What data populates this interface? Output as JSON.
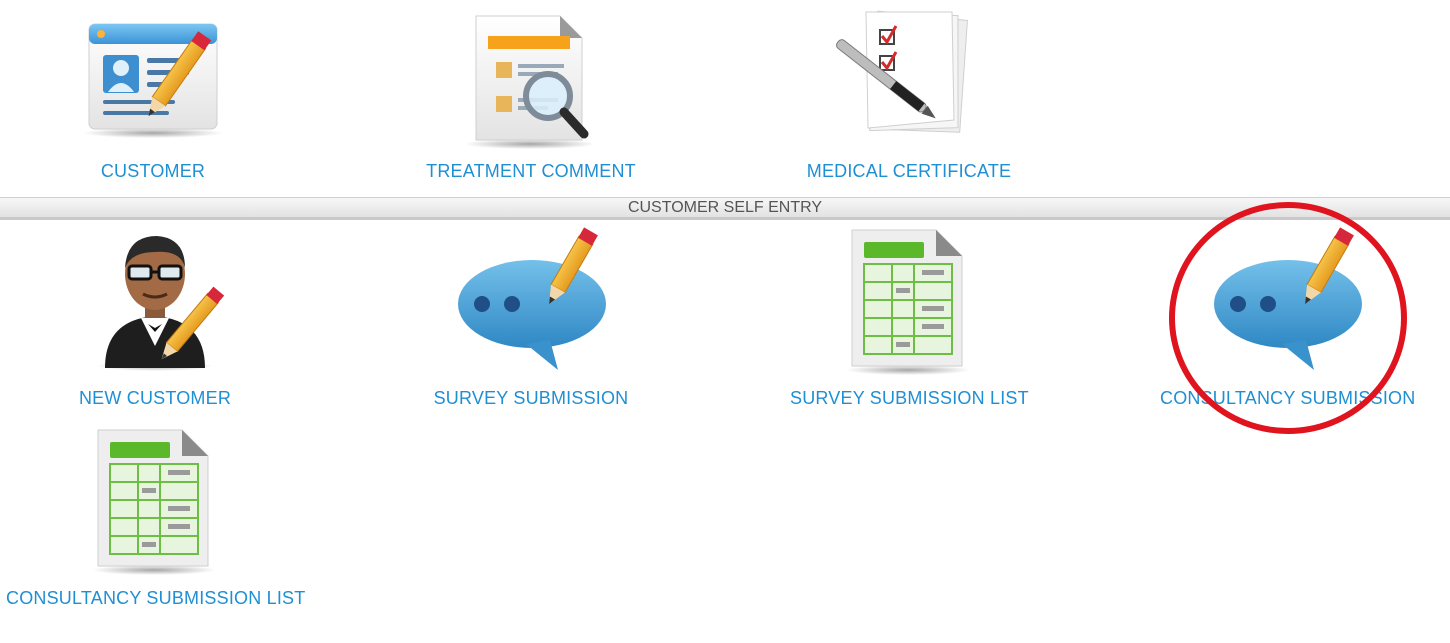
{
  "tiles_top": [
    {
      "label": "CUSTOMER",
      "icon": "id-card-edit-icon"
    },
    {
      "label": "TREATMENT COMMENT",
      "icon": "document-magnifier-icon"
    },
    {
      "label": "MEDICAL CERTIFICATE",
      "icon": "checklist-pen-icon"
    }
  ],
  "section": {
    "title": "CUSTOMER SELF ENTRY"
  },
  "tiles_self_entry": [
    {
      "label": "NEW CUSTOMER",
      "icon": "person-pencil-icon"
    },
    {
      "label": "SURVEY SUBMISSION",
      "icon": "speech-bubble-pencil-icon"
    },
    {
      "label": "SURVEY SUBMISSION LIST",
      "icon": "spreadsheet-icon"
    },
    {
      "label": "CONSULTANCY SUBMISSION",
      "icon": "speech-bubble-pencil-icon"
    },
    {
      "label": "CONSULTANCY SUBMISSION LIST",
      "icon": "spreadsheet-icon"
    }
  ],
  "colors": {
    "link": "#1f8fd3",
    "highlight": "#e0141e",
    "bubble": "#3f9bd2",
    "sheet_green": "#5cb82b"
  }
}
